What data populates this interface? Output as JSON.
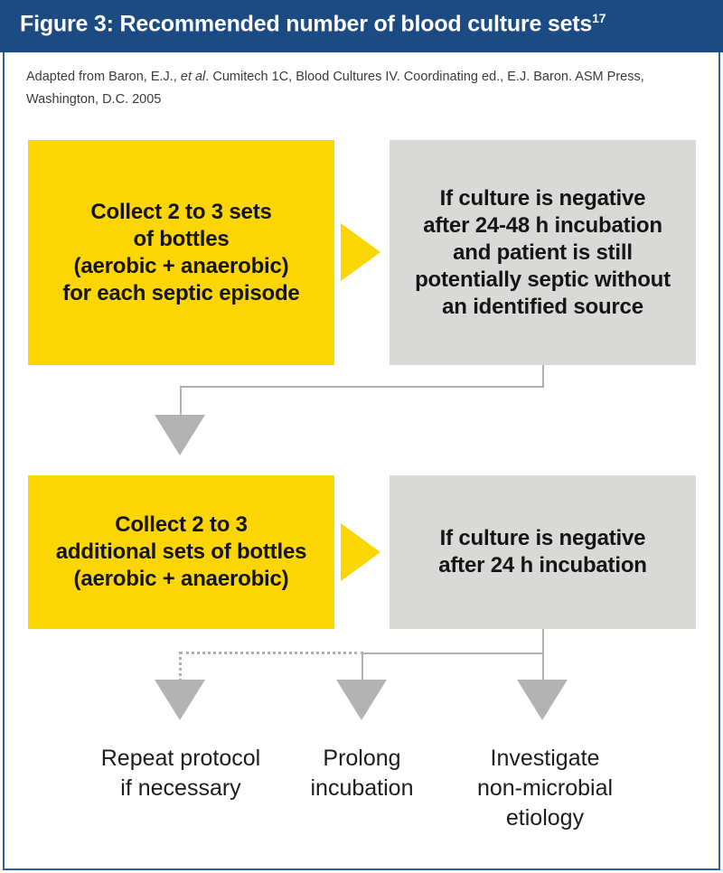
{
  "figure": {
    "title_main": "Figure 3: Recommended number of blood culture sets",
    "title_superscript": "17",
    "caption_part1": "Adapted from Baron, E.J., ",
    "caption_italic": "et al",
    "caption_part2": ". Cumitech 1C, Blood Cultures IV. Coordinating ed., E.J. Baron. ASM Press, Washington, D.C. 2005",
    "colors": {
      "title_bar": "#1b4b82",
      "frame_border": "#2d6094",
      "yellow": "#fcd504",
      "gray": "#d9d9d7",
      "arrow_gray": "#b3b3b3",
      "connector_gray": "#b0b0b0",
      "text_dark": "#151515"
    }
  },
  "flow": {
    "row1": {
      "action_box": {
        "text": "Collect 2 to 3 sets\nof bottles\n(aerobic + anaerobic)\nfor each septic episode",
        "fill": "yellow"
      },
      "condition_box": {
        "text": "If culture is negative\nafter 24-48 h incubation\nand patient is still\npotentially septic without\nan identified source",
        "fill": "gray"
      },
      "arrow_label": "yellow-right-arrow"
    },
    "row2": {
      "action_box": {
        "text": "Collect 2 to 3\nadditional sets of bottles\n(aerobic + anaerobic)",
        "fill": "yellow"
      },
      "condition_box": {
        "text": "If culture is negative\nafter 24 h incubation",
        "fill": "gray"
      },
      "arrow_label": "yellow-right-arrow"
    },
    "outcomes": [
      {
        "text": "Repeat protocol\nif necessary",
        "connector": "dotted"
      },
      {
        "text": "Prolong\nincubation",
        "connector": "solid"
      },
      {
        "text": "Investigate\nnon-microbial\netiology",
        "connector": "solid"
      }
    ]
  }
}
